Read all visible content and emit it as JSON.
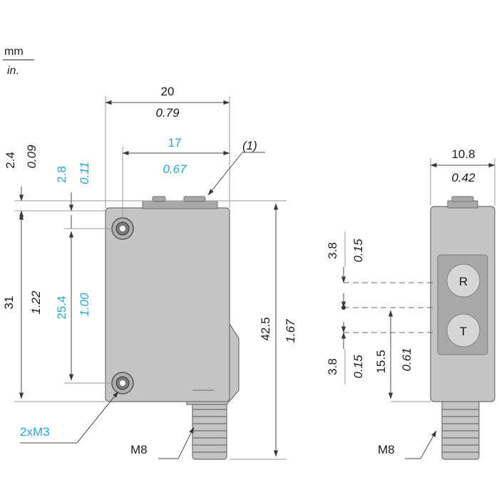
{
  "units": {
    "primary": "mm",
    "secondary": "in."
  },
  "colors": {
    "metric_highlight": "#29a3d6",
    "body": "#c4c4c4",
    "line": "#4a4a4a"
  },
  "side_view": {
    "width": {
      "mm": "20",
      "in": "0.79"
    },
    "hole_spacing_horizontal": {
      "mm": "17",
      "in": "0.67"
    },
    "callout": "(1)",
    "top_offset": {
      "mm": "2.4",
      "in": "0.09"
    },
    "hole_offset": {
      "mm": "2.8",
      "in": "0.11"
    },
    "body_height": {
      "mm": "31",
      "in": "1.22"
    },
    "hole_spacing_vertical": {
      "mm": "25.4",
      "in": "1.00"
    },
    "overall_height": {
      "mm": "42.5",
      "in": "1.67"
    },
    "mounting_holes": "2xM3",
    "connector": "M8"
  },
  "front_view": {
    "width": {
      "mm": "10.8",
      "in": "0.42"
    },
    "receiver_offset": {
      "mm": "3.8",
      "in": "0.15"
    },
    "emitter_offset": {
      "mm": "3.8",
      "in": "0.15"
    },
    "axis_height": {
      "mm": "15.5",
      "in": "0.61"
    },
    "receiver_label": "R",
    "emitter_label": "T",
    "connector": "M8"
  }
}
